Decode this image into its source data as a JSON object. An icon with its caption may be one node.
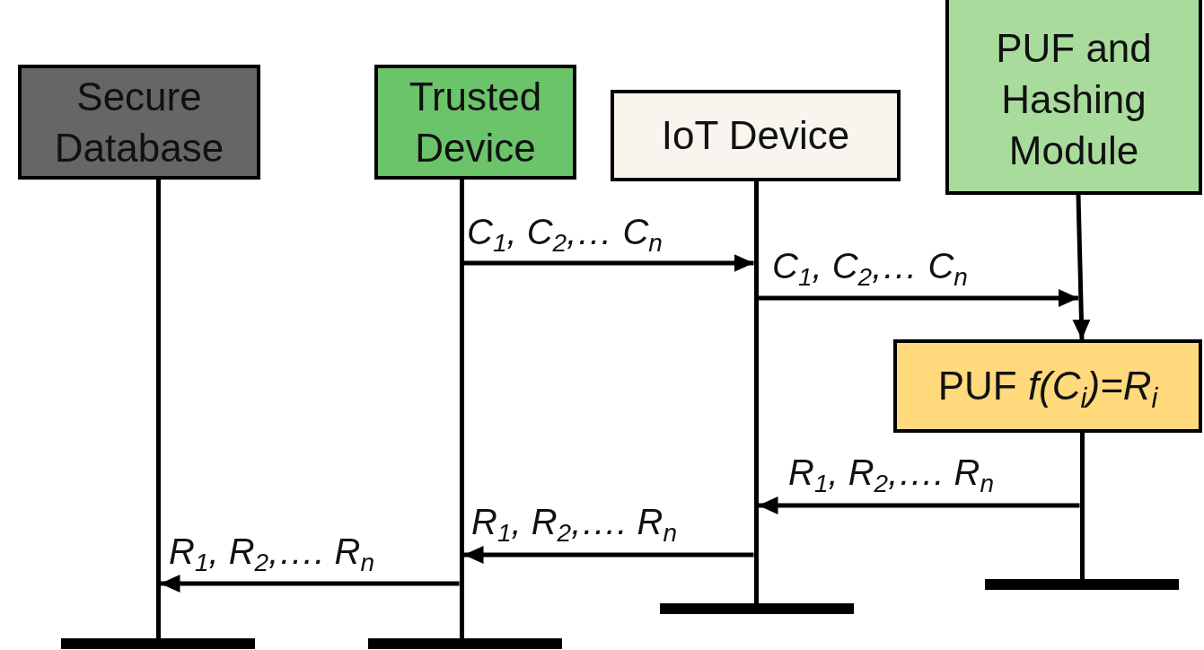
{
  "diagram": {
    "nodes": [
      {
        "text": [
          "Secure Database"
        ]
      },
      {
        "text": [
          "Trusted Device"
        ]
      },
      {
        "text": [
          "IoT Device"
        ]
      },
      {
        "text": [
          "PUF and Hashing Module"
        ]
      },
      {
        "text": [
          "PUF *f(C*$_{i}$*)=R*$_{i}$"
        ]
      },
      {
        "text": [],
        "shape": "line"
      },
      {
        "text": [],
        "shape": "line"
      },
      {
        "text": [],
        "shape": "line"
      },
      {
        "text": [],
        "shape": "line"
      }
    ],
    "edges": [
      {
        "from": 3,
        "to": 4,
        "arrow": "to"
      },
      {
        "from": 6,
        "to": 7,
        "arrow": "to",
        "label": "C$_{1}$, C$_{2}$,… C$_{n}$"
      },
      {
        "from": 7,
        "to": null,
        "arrow": "to",
        "label": "C$_{1}$, C$_{2}$,… C$_{n}$"
      },
      {
        "from": 8,
        "to": 7,
        "arrow": "to",
        "label": "R$_{1}$, R$_{2}$,…. R$_{n}$"
      },
      {
        "from": 7,
        "to": 6,
        "arrow": "to",
        "label": "R$_{1}$, R$_{2}$,…. R$_{n}$"
      },
      {
        "from": 6,
        "to": 5,
        "arrow": "to",
        "label": "R$_{1}$, R$_{2}$,…. R$_{n}$"
      }
    ]
  }
}
